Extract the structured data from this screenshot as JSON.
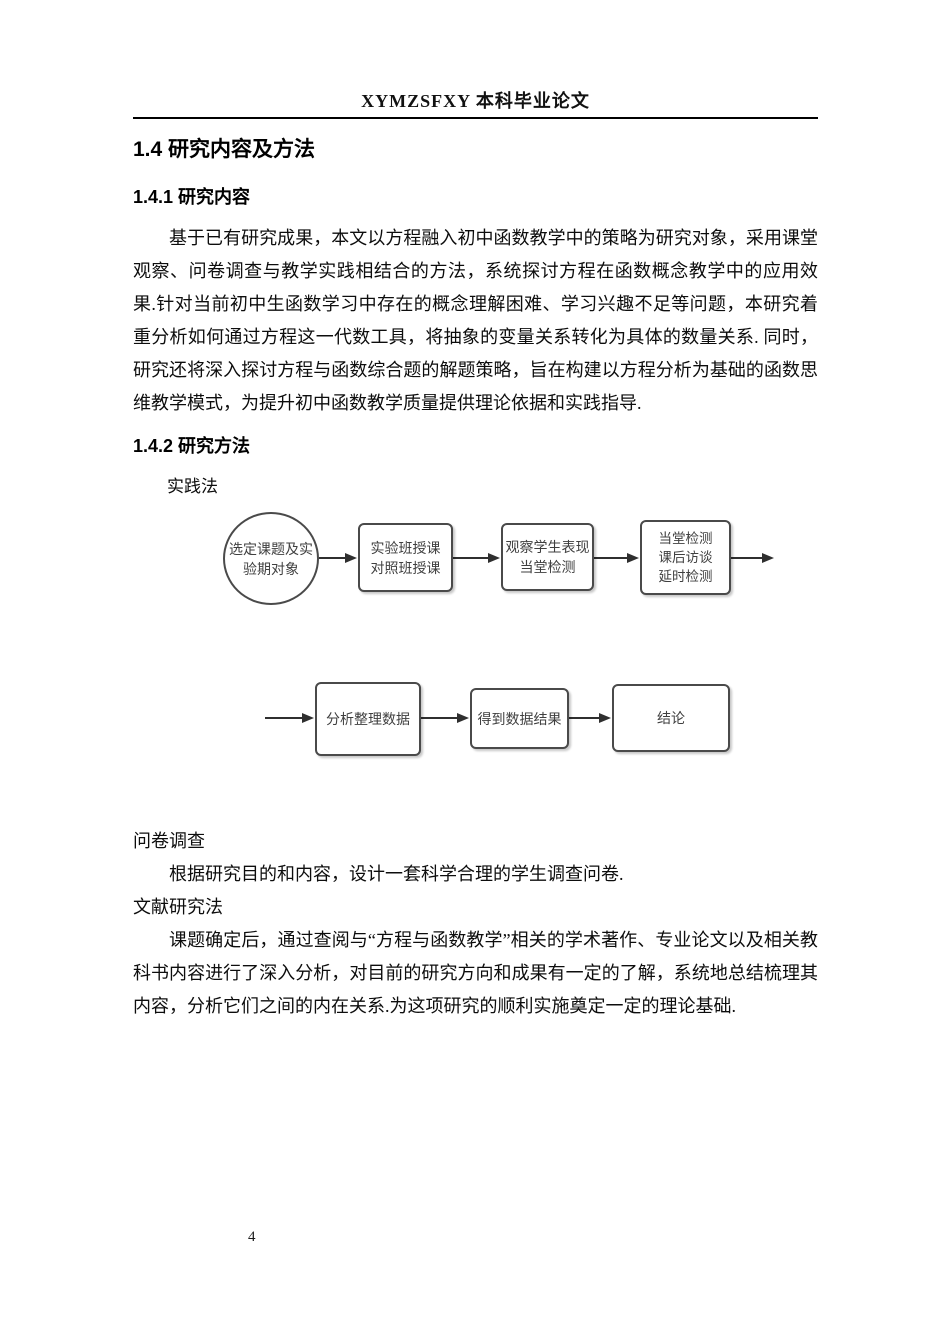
{
  "header": {
    "title": "XYMZSFXY 本科毕业论文"
  },
  "footer": {
    "page_number": "4"
  },
  "sections": {
    "h1": "1.4 研究内容及方法",
    "content": {
      "heading": "1.4.1 研究内容",
      "paragraph": "基于已有研究成果，本文以方程融入初中函数教学中的策略为研究对象，采用课堂观察、问卷调查与教学实践相结合的方法，系统探讨方程在函数概念教学中的应用效果.针对当前初中生函数学习中存在的概念理解困难、学习兴趣不足等问题，本研究着重分析如何通过方程这一代数工具，将抽象的变量关系转化为具体的数量关系. 同时，研究还将深入探讨方程与函数综合题的解题策略，旨在构建以方程分析为基础的函数思维教学模式，为提升初中函数教学质量提供理论依据和实践指导."
    },
    "methods": {
      "heading": "1.4.2 研究方法",
      "practice_label": "实践法",
      "questionnaire_label": "问卷调查",
      "questionnaire_text": "根据研究目的和内容，设计一套科学合理的学生调查问卷.",
      "literature_label": "文献研究法",
      "literature_text": "课题确定后，通过查阅与“方程与函数教学”相关的学术著作、专业论文以及相关教科书内容进行了深入分析，对目前的研究方向和成果有一定的了解，系统地总结梳理其内容，分析它们之间的内在关系.为这项研究的顺利实施奠定一定的理论基础."
    }
  },
  "flowchart": {
    "nodes": [
      {
        "id": "select-topic",
        "shape": "oval",
        "lines": [
          "选定课题及实",
          "验期对象"
        ]
      },
      {
        "id": "class-teaching",
        "shape": "rect",
        "lines": [
          "实验班授课",
          "对照班授课"
        ]
      },
      {
        "id": "observe-students",
        "shape": "rect",
        "lines": [
          "观察学生表现",
          "当堂检测"
        ]
      },
      {
        "id": "in-class-test",
        "shape": "rect",
        "lines": [
          "当堂检测",
          "课后访谈",
          "延时检测"
        ]
      },
      {
        "id": "analyze-data",
        "shape": "rect",
        "lines": [
          "分析整理数据"
        ]
      },
      {
        "id": "data-results",
        "shape": "rect",
        "lines": [
          "得到数据结果"
        ]
      },
      {
        "id": "conclusion",
        "shape": "rect",
        "lines": [
          "结论"
        ]
      }
    ],
    "colors": {
      "border": "#4a4a4a",
      "text": "#3f3f3f",
      "arrow": "#2f2f2f"
    }
  }
}
